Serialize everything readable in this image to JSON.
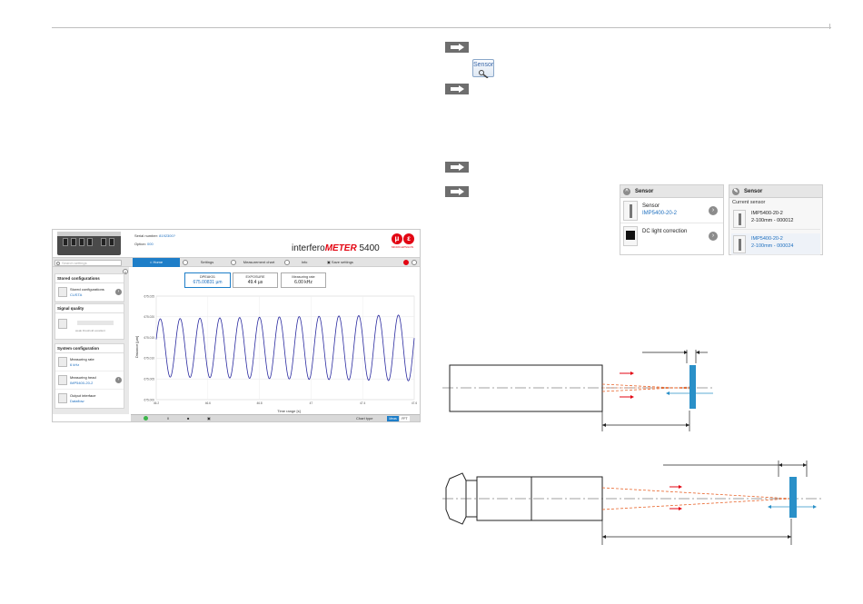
{
  "colors": {
    "accent": "#1e7ec8",
    "brand_red": "#e30613",
    "arrow_grey": "#6e6e6e",
    "target_blue": "#2a90c8",
    "beam_orange": "#e8642a"
  },
  "screenshot": {
    "serial_label": "Serial number:",
    "serial_value": "8192300?",
    "option_label": "Option:",
    "option_value": "000",
    "brand_prefix": "interfero",
    "brand_red": "METER",
    "brand_model": "5400",
    "logo_text": "MICRO-EPSILON",
    "search_placeholder": "Search settings",
    "nav": {
      "home": "Home",
      "settings": "Settings",
      "chart": "Measurement chart",
      "info": "Info",
      "save": "Save settings"
    },
    "sidebar": {
      "stored_title": "Stored configurations",
      "stored_label": "Stored configurations",
      "stored_value": "CUSTA",
      "signal_title": "Signal quality",
      "signal_caption": "weak   threshold   excellent",
      "system_title": "System configuration",
      "rate_label": "Measuring rate",
      "rate_value": "6 kHz",
      "head_label": "Measuring head",
      "head_value": "IMP5400-20-2",
      "output_label": "Output interface",
      "output_value": "Dataflow"
    },
    "boxes": [
      {
        "label": "DPEAK01",
        "value": "675.00831 µm"
      },
      {
        "label": "EXPOSURE",
        "value": "49.4 µs"
      },
      {
        "label": "Measuring rate",
        "value": "6.00 kHz"
      }
    ],
    "chart_y_label": "Distance [µm]",
    "chart_x_label": "Time range [s]",
    "bottom": {
      "chart_type_label": "Chart type",
      "btn_meas": "Meas",
      "btn_fft": "FFT"
    }
  },
  "chart_data": {
    "type": "line",
    "xlabel": "Time range [s]",
    "ylabel": "Distance [µm]",
    "x_ticks": [
      "46.2",
      "46.6",
      "46.8",
      "47",
      "47.4",
      "47.6"
    ],
    "y_ticks": [
      "675.000",
      "675.005",
      "675.010",
      "675.015",
      "675.020",
      "675.025"
    ],
    "ylim": [
      675.0,
      675.025
    ],
    "series": [
      {
        "cycles": 13,
        "color": "#2a2aa0",
        "mean": 675.0125,
        "amplitude_start": 0.007,
        "amplitude_end": 0.008
      }
    ]
  },
  "sensor_icon_text": "Sensor",
  "panel_left": {
    "title": "Sensor",
    "row1_label": "Sensor",
    "row1_value": "IMP5400-20-2",
    "row2_label": "DC light correction"
  },
  "panel_right": {
    "title": "Sensor",
    "current_label": "Current sensor",
    "c1_line1": "IMP5400-20-2",
    "c1_line2": "2-100mm - 000012",
    "c2_line1": "IMP5400-20-2",
    "c2_line2": "2-100mm - 000024"
  }
}
